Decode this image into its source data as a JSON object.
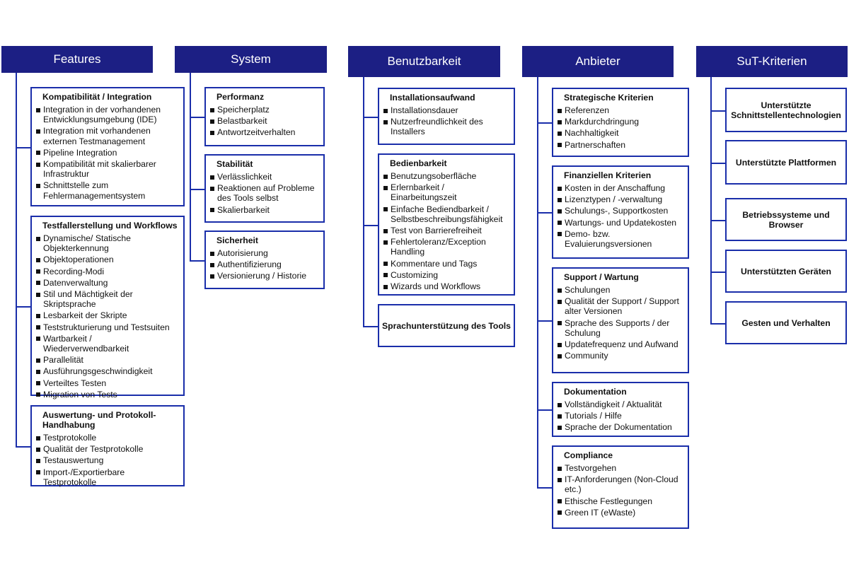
{
  "columns": [
    {
      "header": "Features",
      "boxes": [
        {
          "title": "Kompatibilität / Integration",
          "items": [
            "Integration in der vorhandenen Entwicklungsumgebung (IDE)",
            "Integration mit vorhandenen externen Testmanagement",
            "Pipeline Integration",
            "Kompatibilität mit skalierbarer Infrastruktur",
            "Schnittstelle zum Fehlermanagementsystem"
          ]
        },
        {
          "title": "Testfallerstellung und Workflows",
          "items": [
            "Dynamische/ Statische Objekterkennung",
            "Objektoperationen",
            "Recording-Modi",
            "Datenverwaltung",
            "Stil und Mächtigkeit der Skriptsprache",
            "Lesbarkeit der Skripte",
            "Teststrukturierung  und Testsuiten",
            "Wartbarkeit / Wiederverwendbarkeit",
            "Parallelität",
            "Ausführungsgeschwindigkeit",
            "Verteiltes Testen",
            "Migration von Tests"
          ]
        },
        {
          "title": "Auswertung- und Protokoll-Handhabung",
          "items": [
            "Testprotokolle",
            "Qualität der Testprotokolle",
            "Testauswertung",
            "Import-/Exportierbare Testprotokolle"
          ]
        }
      ]
    },
    {
      "header": "System",
      "boxes": [
        {
          "title": "Performanz",
          "items": [
            "Speicherplatz",
            "Belastbarkeit",
            "Antwortzeitverhalten"
          ]
        },
        {
          "title": "Stabilität",
          "items": [
            "Verlässlichkeit",
            "Reaktionen auf Probleme des Tools selbst",
            "Skalierbarkeit"
          ]
        },
        {
          "title": "Sicherheit",
          "items": [
            "Autorisierung",
            "Authentifizierung",
            "Versionierung / Historie"
          ]
        }
      ]
    },
    {
      "header": "Benutzbarkeit",
      "boxes": [
        {
          "title": "Installationsaufwand",
          "items": [
            "Installationsdauer",
            "Nutzerfreundlichkeit des Installers"
          ]
        },
        {
          "title": "Bedienbarkeit",
          "items": [
            "Benutzungsoberfläche",
            "Erlernbarkeit / Einarbeitungszeit",
            "Einfache Bediendbarkeit / Selbstbeschreibungsfähigkeit",
            "Test von Barrierefreiheit",
            "Fehlertoleranz/Exception Handling",
            "Kommentare und Tags",
            "Customizing",
            "Wizards und Workflows"
          ]
        },
        {
          "title": "Sprachunterstützung des Tools",
          "items": []
        }
      ]
    },
    {
      "header": "Anbieter",
      "boxes": [
        {
          "title": "Strategische Kriterien",
          "items": [
            "Referenzen",
            "Markdurchdringung",
            "Nachhaltigkeit",
            "Partnerschaften"
          ]
        },
        {
          "title": "Finanziellen Kriterien",
          "items": [
            "Kosten in der Anschaffung",
            "Lizenztypen / -verwaltung",
            "Schulungs-, Supportkosten",
            "Wartungs- und Updatekosten",
            "Demo- bzw. Evaluierungsversionen"
          ]
        },
        {
          "title": "Support / Wartung",
          "items": [
            "Schulungen",
            "Qualität der Support / Support alter Versionen",
            "Sprache des Supports / der Schulung",
            "Updatefrequenz und Aufwand",
            "Community"
          ]
        },
        {
          "title": "Dokumentation",
          "items": [
            "Vollständigkeit / Aktualität",
            "Tutorials / Hilfe",
            "Sprache der Dokumentation"
          ]
        },
        {
          "title": "Compliance",
          "items": [
            "Testvorgehen",
            "IT-Anforderungen (Non-Cloud etc.)",
            "Ethische Festlegungen",
            "Green IT (eWaste)"
          ]
        }
      ]
    },
    {
      "header": "SuT-Kriterien",
      "boxes": [
        {
          "title": "Unterstützte Schnittstellentechnologien",
          "items": []
        },
        {
          "title": "Unterstützte Plattformen",
          "items": []
        },
        {
          "title": "Betriebssysteme und Browser",
          "items": []
        },
        {
          "title": "Unterstützten Geräten",
          "items": []
        },
        {
          "title": "Gesten und Verhalten",
          "items": []
        }
      ]
    }
  ],
  "colors": {
    "header": "#1c1f84",
    "border": "#1a2eaa"
  }
}
